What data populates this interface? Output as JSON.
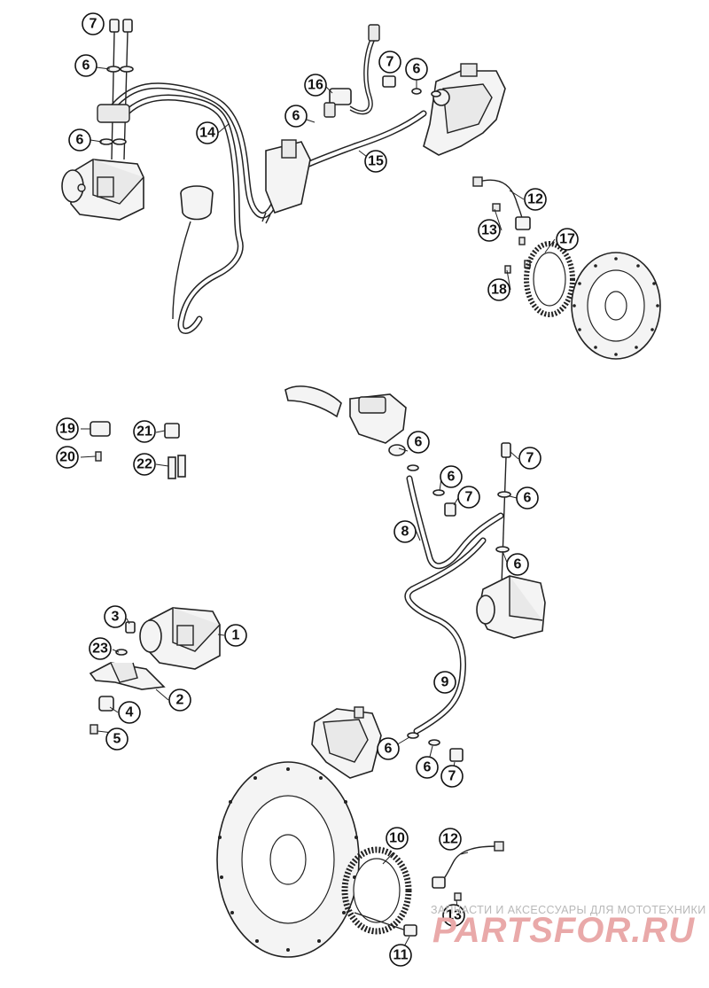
{
  "callouts": [
    {
      "label": "7"
    },
    {
      "label": "6"
    },
    {
      "label": "6"
    },
    {
      "label": "14"
    },
    {
      "label": "16"
    },
    {
      "label": "6"
    },
    {
      "label": "7"
    },
    {
      "label": "6"
    },
    {
      "label": "15"
    },
    {
      "label": "12"
    },
    {
      "label": "13"
    },
    {
      "label": "17"
    },
    {
      "label": "18"
    },
    {
      "label": "19"
    },
    {
      "label": "20"
    },
    {
      "label": "21"
    },
    {
      "label": "22"
    },
    {
      "label": "6"
    },
    {
      "label": "7"
    },
    {
      "label": "6"
    },
    {
      "label": "7"
    },
    {
      "label": "6"
    },
    {
      "label": "8"
    },
    {
      "label": "6"
    },
    {
      "label": "3"
    },
    {
      "label": "1"
    },
    {
      "label": "23"
    },
    {
      "label": "4"
    },
    {
      "label": "2"
    },
    {
      "label": "5"
    },
    {
      "label": "9"
    },
    {
      "label": "6"
    },
    {
      "label": "6"
    },
    {
      "label": "7"
    },
    {
      "label": "10"
    },
    {
      "label": "12"
    },
    {
      "label": "13"
    },
    {
      "label": "11"
    }
  ],
  "watermark": {
    "tagline": "ЗАПЧАСТИ И АКСЕССУАРЫ ДЛЯ МОТОТЕХНИКИ",
    "logo": "PARTSFOR.RU"
  },
  "colors": {
    "line": "#222222",
    "watermark_logo": "#e9a9a9",
    "watermark_text": "#b8b8b8"
  }
}
